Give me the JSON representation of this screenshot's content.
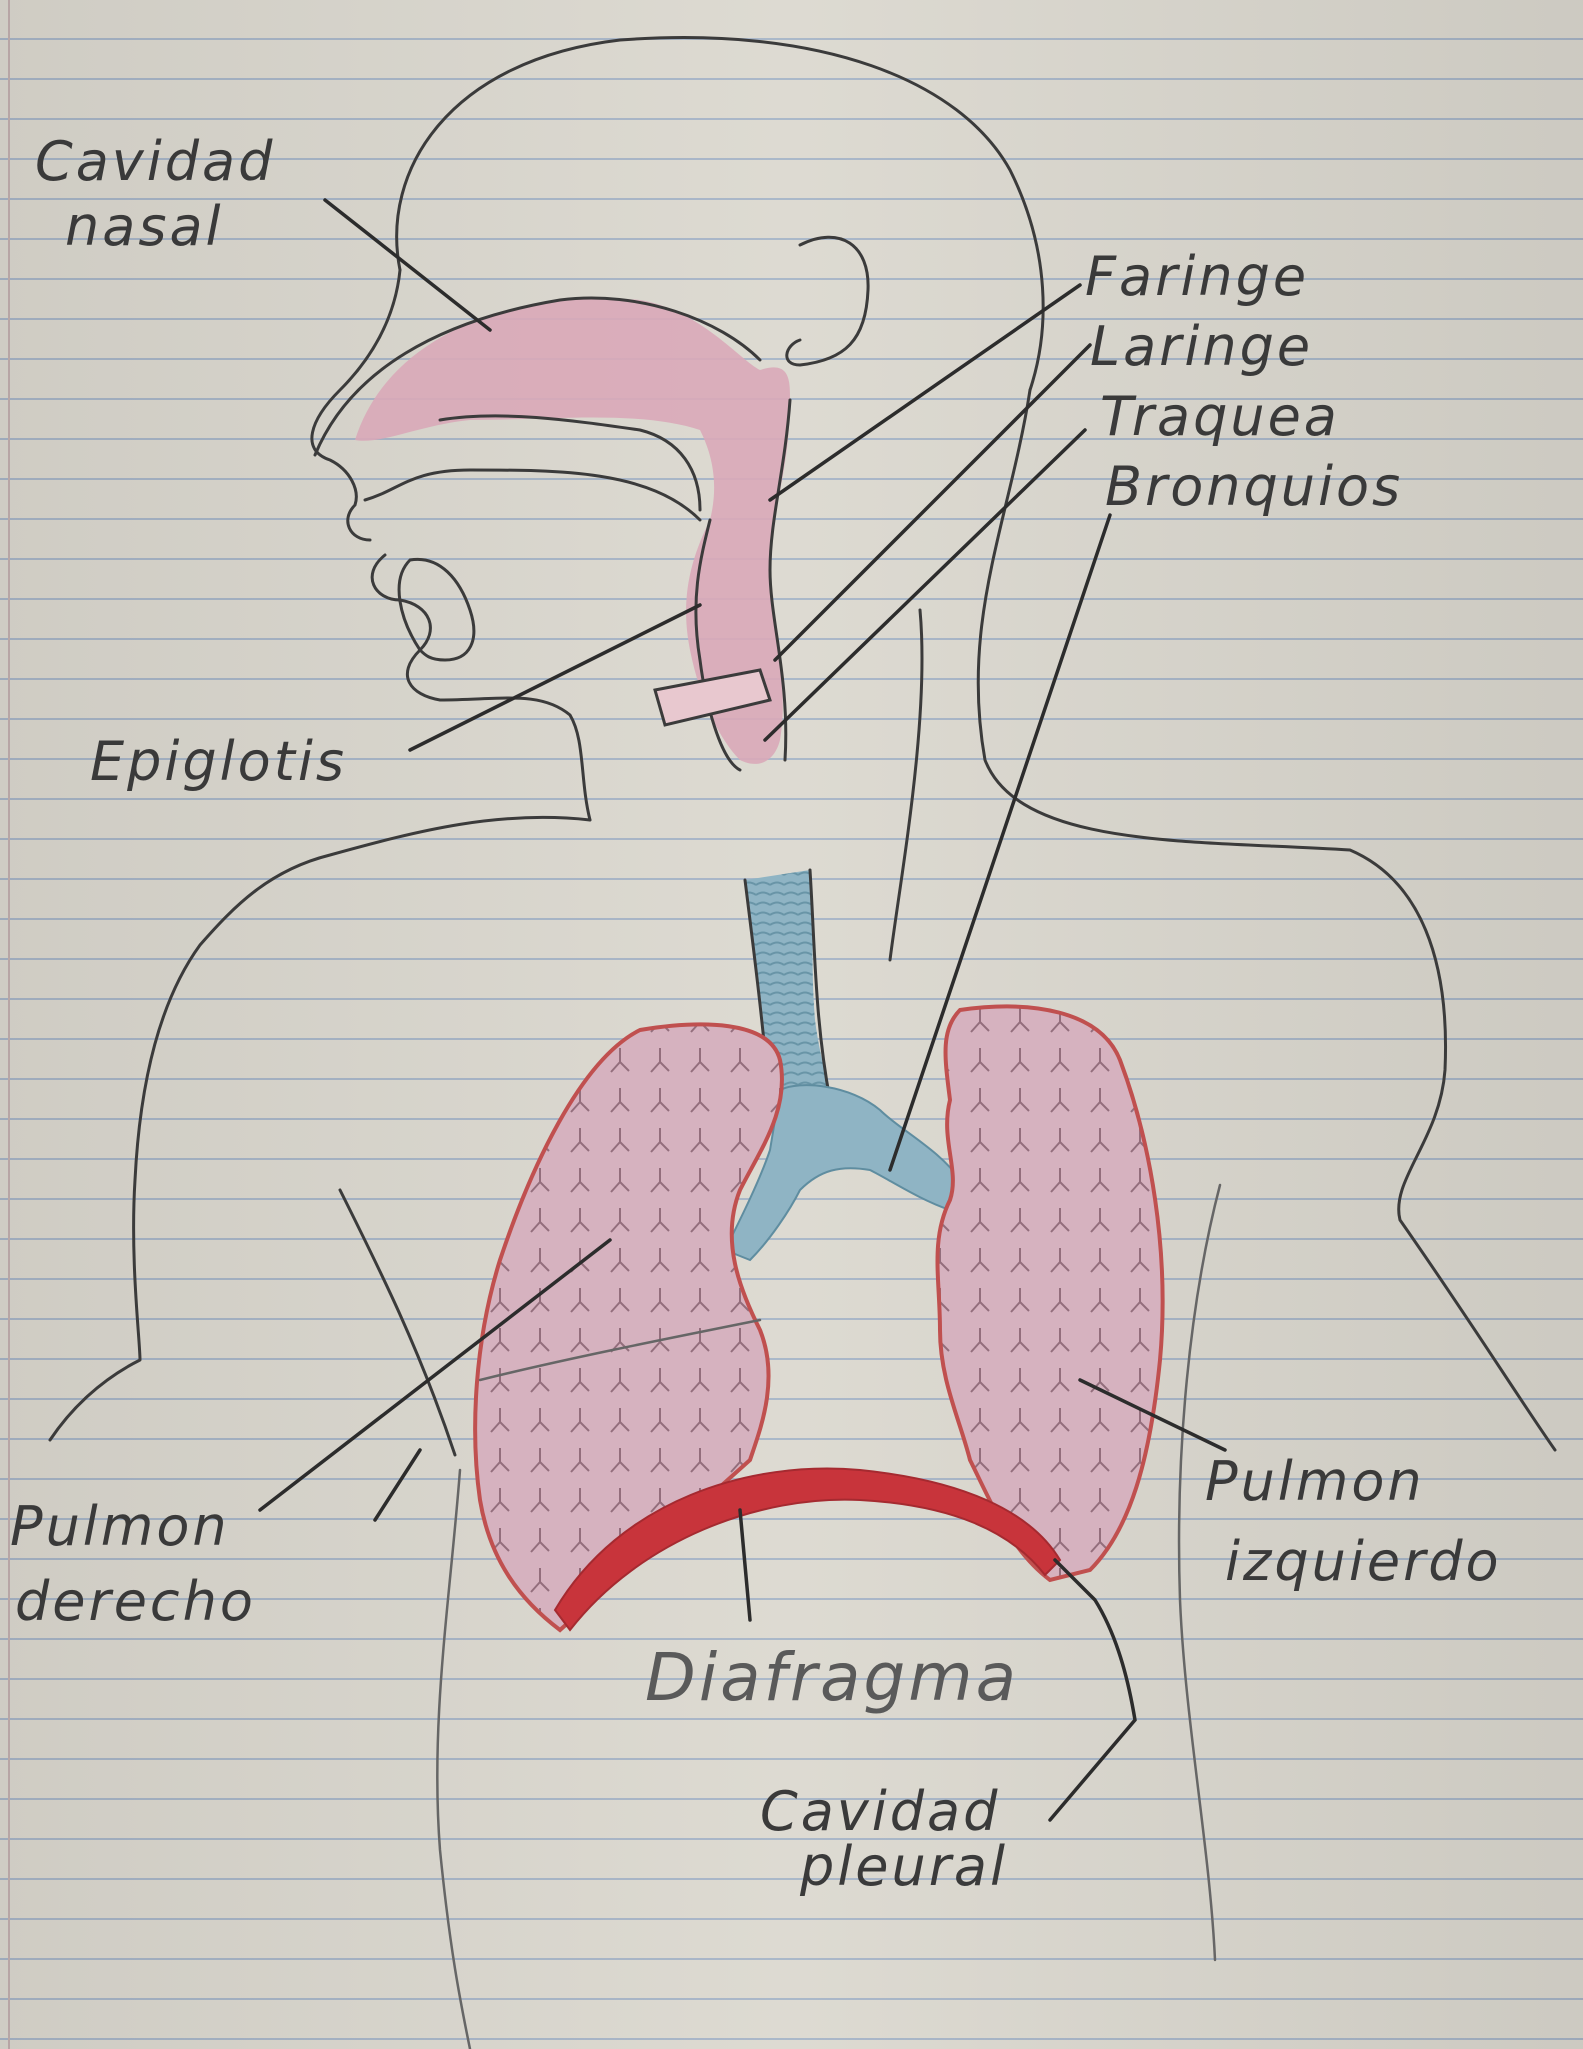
{
  "labels": {
    "cavidad_nasal": [
      "Cavidad",
      "nasal"
    ],
    "faringe": "Faringe",
    "laringe": "Laringe",
    "traquea": "Traquea",
    "bronquios": "Bronquios",
    "epiglotis": "Epiglotis",
    "pulmon_derecho": [
      "Pulmon",
      "derecho"
    ],
    "pulmon_izquierdo": [
      "Pulmon",
      "izquierdo"
    ],
    "diafragma": "Diafragma",
    "cavidad_pleural": [
      "Cavidad",
      "pleural"
    ]
  },
  "colors": {
    "paper": "#dcd9d0",
    "ruling": "#a7b5c7",
    "pencil": "#3b3b3b",
    "airway_pink": "#d9a9b8",
    "trachea_blue": "#8fb4c4",
    "lung_pink": "#d6b2bf",
    "lung_outline": "#c0504f",
    "diaphragm_red": "#c8343b"
  }
}
